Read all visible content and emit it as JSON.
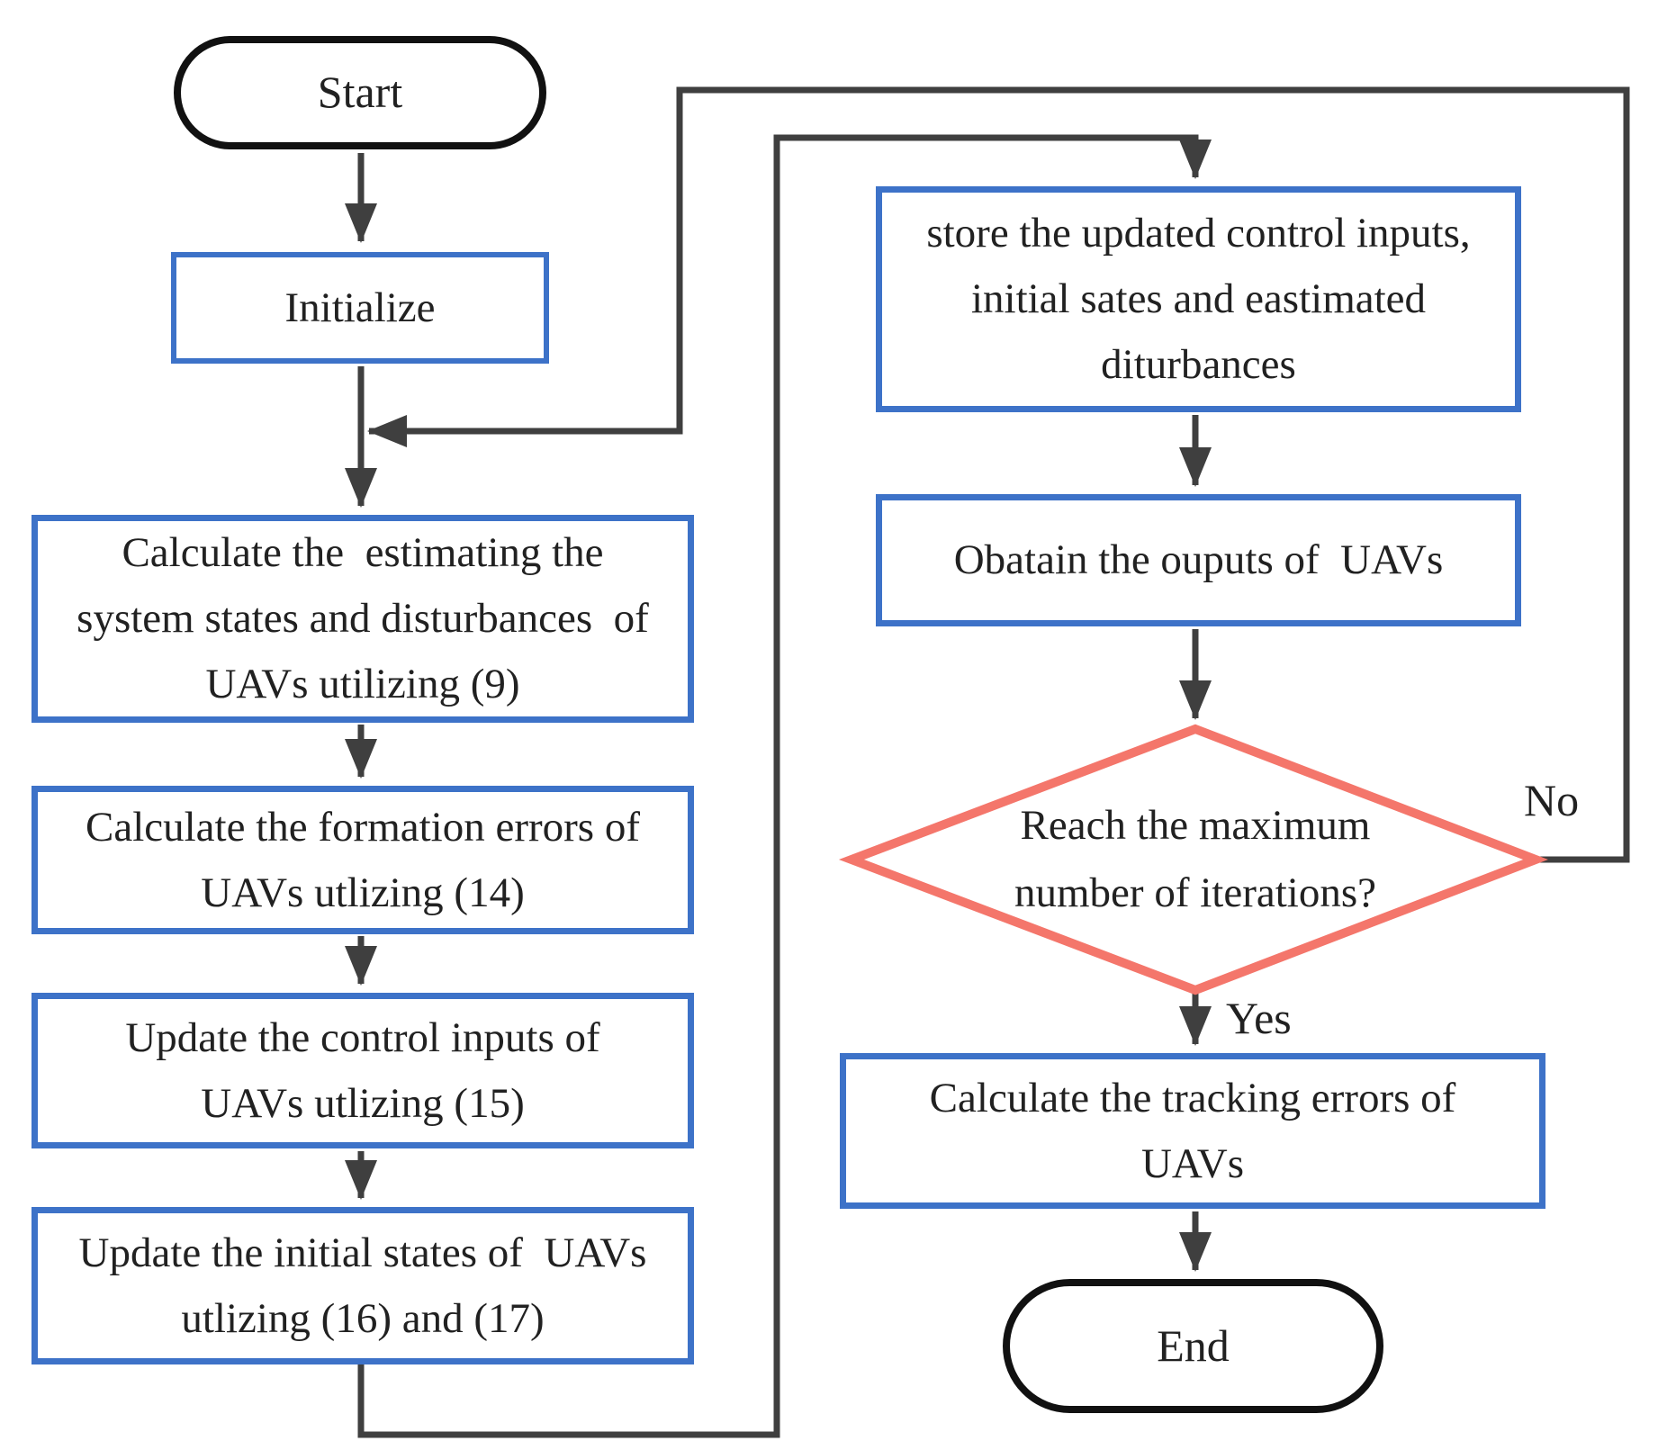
{
  "diagram": {
    "title_hint": "UAV formation control algorithm flowchart",
    "colors": {
      "box_border": "#3d72c8",
      "decision_border": "#f4766b",
      "connector": "#3f3f3f",
      "terminal_border": "#111111",
      "text": "#212121",
      "background": "#ffffff"
    },
    "nodes": {
      "start": {
        "label": "Start"
      },
      "initialize": {
        "label": "Initialize"
      },
      "estimate": {
        "lines": [
          "Calculate the  estimating the",
          "system states and disturbances  of",
          "UAVs utilizing (9)"
        ]
      },
      "formation_errors": {
        "lines": [
          "Calculate the formation errors of",
          "UAVs utlizing (14)"
        ]
      },
      "control_inputs": {
        "lines": [
          "Update the control inputs of",
          "UAVs utlizing (15)"
        ]
      },
      "initial_states": {
        "lines": [
          "Update the initial states of  UAVs",
          "utlizing (16) and (17)"
        ]
      },
      "store": {
        "lines": [
          "store the updated control inputs,",
          "initial sates and eastimated",
          "diturbances"
        ]
      },
      "obtain": {
        "label": "Obatain the ouputs of  UAVs"
      },
      "decision": {
        "lines": [
          "Reach the maximum",
          "number of iterations?"
        ]
      },
      "tracking_errors": {
        "lines": [
          "Calculate the tracking errors of",
          "UAVs"
        ]
      },
      "end": {
        "label": "End"
      }
    },
    "edge_labels": {
      "yes": "Yes",
      "no": "No"
    }
  }
}
